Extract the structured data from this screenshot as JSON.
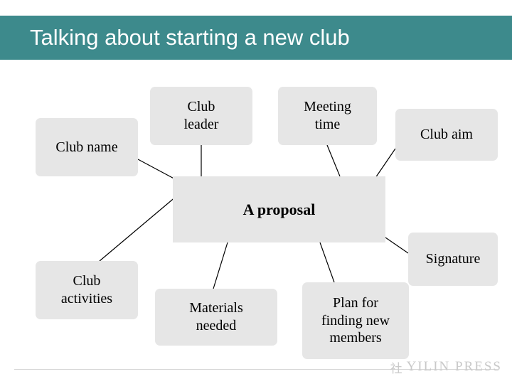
{
  "slide": {
    "title": "Talking about starting a new club",
    "title_bar_color": "#3d8a8c",
    "background_color": "#ffffff"
  },
  "diagram": {
    "type": "mind-map",
    "center_label": "A proposal",
    "node_fill_color": "#e6e6e6",
    "nodes": [
      {
        "id": "club-name",
        "label": "Club name"
      },
      {
        "id": "club-leader",
        "label": "Club\nleader"
      },
      {
        "id": "meeting-time",
        "label": "Meeting\ntime"
      },
      {
        "id": "club-aim",
        "label": "Club aim"
      },
      {
        "id": "signature",
        "label": "Signature"
      },
      {
        "id": "club-activities",
        "label": "Club\nactivities"
      },
      {
        "id": "materials-needed",
        "label": "Materials\nneeded"
      },
      {
        "id": "plan-members",
        "label": "Plan for\nfinding new\nmembers"
      }
    ]
  },
  "footer": {
    "watermark_cn": "社",
    "watermark_en": "YILIN PRESS"
  }
}
